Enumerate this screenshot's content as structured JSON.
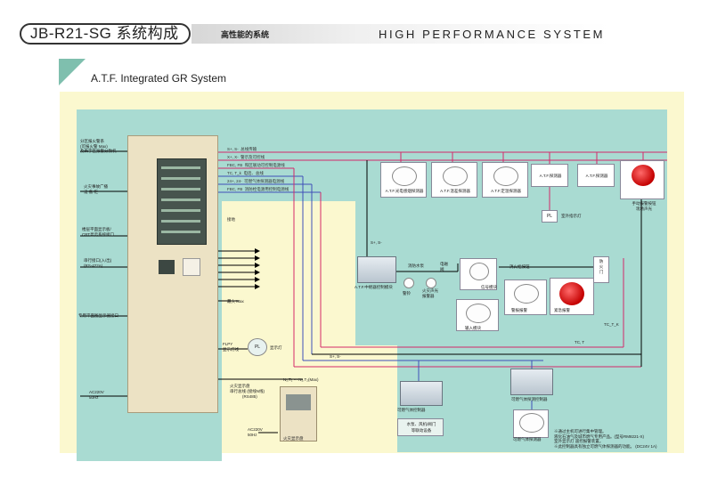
{
  "header": {
    "title": "JB-R21-SG 系统构成",
    "subtitle_cn": "高性能的系统",
    "subtitle_en": "HIGH PERFORMANCE SYSTEM"
  },
  "section_title": "A.T.F. Integrated GR System",
  "colors": {
    "teal": "#a9dbd2",
    "panel": "#fbf8cf",
    "red_line": "#d42a6a",
    "blue_line": "#3e4fb8",
    "black_line": "#000000"
  },
  "left_labels": {
    "l1a": "分区报火警系",
    "l1b": "(可报火警 Max)",
    "l1c": "及来字区报警分数机",
    "l2a": "火灾事故广播",
    "l2b": "设  备  柜",
    "l3a": "楼层平面显示板/",
    "l3b": "CRT显示系统接口",
    "l4a": "串行接口(入/出)",
    "l4b": "(RS-422A)",
    "l5": "专用平面图显示器接口",
    "l6a": "AC220V",
    "l6b": "50Hz"
  },
  "signal_lines": {
    "s1": "S+, S-",
    "s1d": "总线传输",
    "s2": "X+, X-",
    "s2d": "警示及可控线",
    "s3": "FBC, FB",
    "s3d": "和区联动可控制电源线",
    "s4": "TC, T_k",
    "s4d": "电话、总线",
    "s5": "24+, 24-",
    "s5d": "可燃气体探测器电源线",
    "s6": "FBC, FB",
    "s6d": "消防栓电源用控制电源线"
  },
  "top_devices": {
    "d1": "A.T.F.光电感烟探测器",
    "d2": "A.T.F.温差探测器",
    "d3": "A.T.F.定温探测器",
    "d4": "A.T.F.探测器",
    "d5": "A.T.F.探测器",
    "d6a": "手动报警按钮",
    "d6b": "现场声光",
    "pl": "PL",
    "pl_desc": "室外指示灯"
  },
  "misc_labels": {
    "relay": "接地",
    "max": "最大 Max",
    "s_plus": "S+, S-",
    "s_plus2": "S+, S-",
    "module_lbl": "A.T.F.中继器控制模块",
    "pump": "消防水泵",
    "bell": "警铃",
    "horn": "火灾声光报警器",
    "valve": "电磁",
    "valve2": "阀",
    "mod2": "信号模块",
    "xiaoshuan": "消火栓按钮",
    "mod3": "输入模块",
    "big": "警报报警",
    "alarm": "紧急报警",
    "tcl": "TC_T_K",
    "tcl2": "TC, T",
    "door": "防\n火\n门",
    "flpy_a": "FLPY",
    "flpy_b": "显示灯线",
    "pl2": "PL",
    "pl2d": "显示灯",
    "fire_display": "火灾显示盘",
    "serial": "串行总线  (接线N线)",
    "rs": "(RS485)",
    "n_bus": "N₁,T₁ ··· N₂,T₂(Max)",
    "panel_lbl": "火灾显示盘",
    "ac2a": "AC220V",
    "ac2b": "50Hz",
    "gas_ctrl": "可燃气体探测控制器",
    "gas_ctrl2": "可燃气体探测器",
    "gas_det": "可燃气体探测器",
    "ctrl_bottom": "可燃气体控制器",
    "fan": "水泵、风机/阀门",
    "fan2": "等联动设备"
  },
  "notes": {
    "n1": "※通过主机可进行集中管理。",
    "n2": "液化石油气及城市燃气专用产品。(型号RM8221-X)",
    "n3": "室外显示灯  遥控报警装置。",
    "n4": "※此控制器具有独立可燃气体探测器的功能。  (DC24V 1A)"
  }
}
